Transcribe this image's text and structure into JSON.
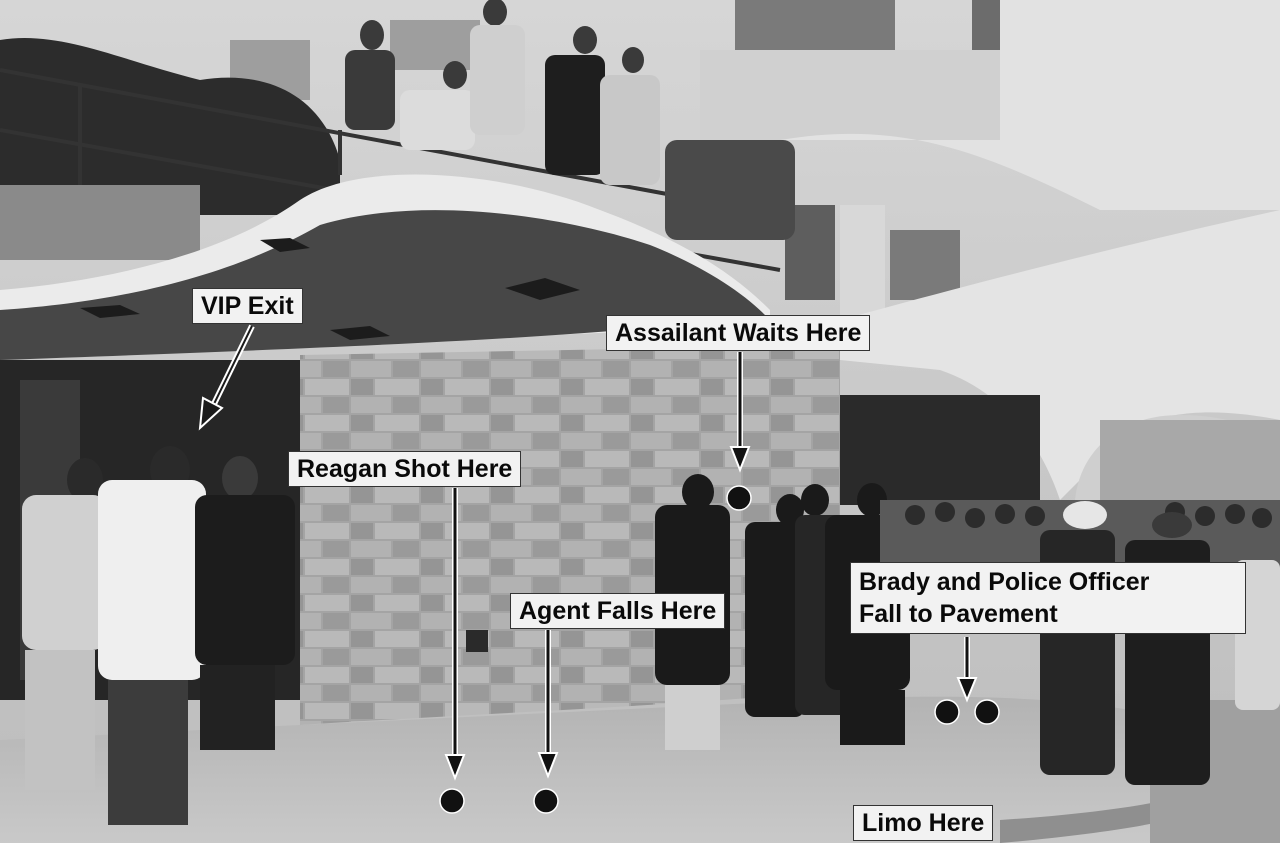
{
  "photo": {
    "style": "black-and-white press photograph with annotation labels",
    "palette": {
      "sky": "#dcdcdc",
      "building": "#cfcfcf",
      "canopy": "#e8e8e8",
      "canopy_shadow": "#4a4a4a",
      "stone": "#a9a9a9",
      "pavement": "#bdbdbd",
      "dark": "#1a1a1a",
      "label_bg": "#f2f2f2",
      "marker": "#111111"
    }
  },
  "labels": {
    "vip_exit": "VIP Exit",
    "assailant": "Assailant Waits Here",
    "reagan": "Reagan Shot Here",
    "agent": "Agent Falls Here",
    "brady_line1": "Brady and Police Officer",
    "brady_line2": "Fall to Pavement",
    "limo": "Limo Here"
  },
  "icons": {
    "arrow": "arrow-down-icon",
    "marker": "dot-marker-icon"
  }
}
